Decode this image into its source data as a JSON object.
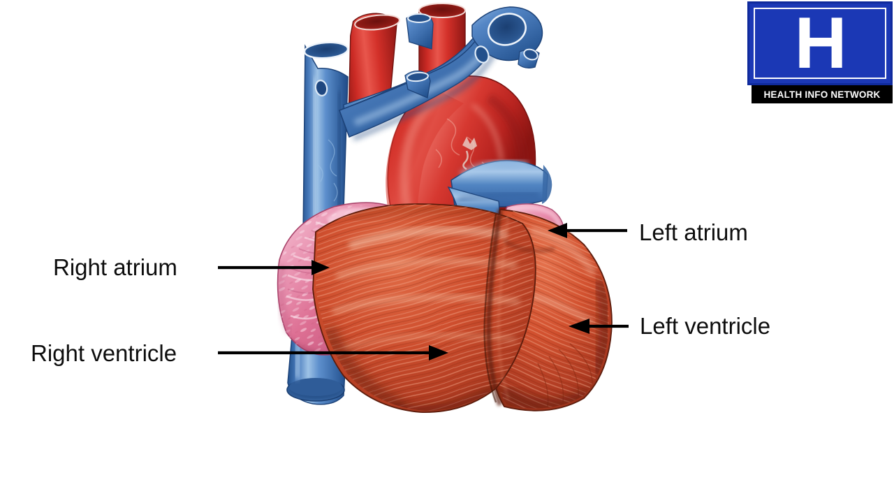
{
  "document": {
    "title": "Heart Anatomy Diagram",
    "background_color": "#ffffff"
  },
  "logo": {
    "letter": "H",
    "organization": "HEALTH INFO NETWORK",
    "box_color": "#1b38b5",
    "bar_color": "#000000",
    "text_color": "#ffffff"
  },
  "labels": [
    {
      "id": "right-atrium",
      "text": "Right atrium",
      "side": "left",
      "arrow": "points-right"
    },
    {
      "id": "right-ventricle",
      "text": "Right ventricle",
      "side": "left",
      "arrow": "points-right"
    },
    {
      "id": "left-atrium",
      "text": "Left atrium",
      "side": "right",
      "arrow": "points-left"
    },
    {
      "id": "left-ventricle",
      "text": "Left ventricle",
      "side": "right",
      "arrow": "points-left"
    }
  ],
  "illustration": {
    "subject": "human heart anterior view",
    "colors": {
      "vein_blue": "#4f83c4",
      "vein_blue_dark": "#2f5e9e",
      "vein_blue_light": "#8fb7e0",
      "artery_red": "#cf2a26",
      "artery_red_dark": "#8d1513",
      "artery_red_light": "#e8655c",
      "atrium_pink": "#e07a9c",
      "atrium_pink_light": "#f2aec4",
      "myocardium": "#cf4a2c",
      "myocardium_light": "#e8795a",
      "myocardium_dark": "#8e2d1a",
      "outline": "#2a1410",
      "arrow_black": "#000000"
    },
    "structures": [
      {
        "name": "superior vena cava",
        "color_role": "vein_blue"
      },
      {
        "name": "aortic arch",
        "color_role": "artery_red"
      },
      {
        "name": "brachiocephalic trunk",
        "color_role": "artery_red"
      },
      {
        "name": "left common carotid artery",
        "color_role": "artery_red"
      },
      {
        "name": "pulmonary trunk",
        "color_role": "vein_blue"
      },
      {
        "name": "right pulmonary artery",
        "color_role": "vein_blue"
      },
      {
        "name": "inferior vena cava",
        "color_role": "vein_blue"
      },
      {
        "name": "right atrium",
        "color_role": "atrium_pink"
      },
      {
        "name": "left atrium",
        "color_role": "atrium_pink"
      },
      {
        "name": "right ventricle",
        "color_role": "myocardium"
      },
      {
        "name": "left ventricle",
        "color_role": "myocardium"
      },
      {
        "name": "interventricular groove",
        "color_role": "myocardium_dark"
      }
    ]
  }
}
